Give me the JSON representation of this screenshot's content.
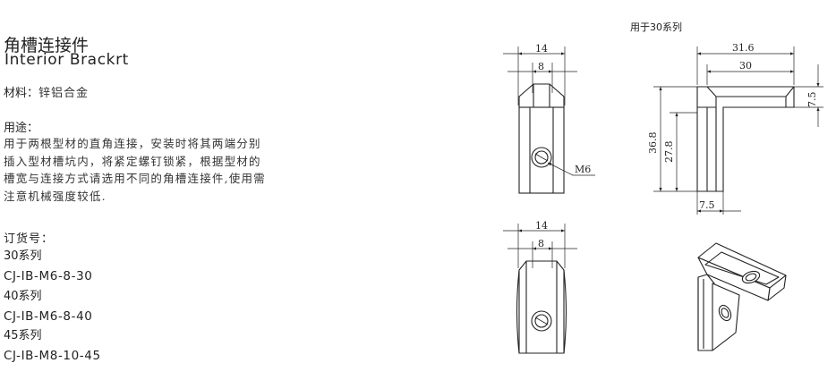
{
  "title": {
    "cn": "角槽连接件",
    "en": "Interior Brackrt"
  },
  "material": {
    "label": "材料：",
    "value": "锌铝合金"
  },
  "usage": {
    "label": "用途：",
    "lines": [
      "用于两根型材的直角连接，安装时将其两端分别",
      "插入型材槽坑内，将紧定螺钉锁紧，根据型材的",
      "槽宽与连接方式请选用不同的角槽连接件,使用需",
      "注意机械强度较低."
    ]
  },
  "order": {
    "label": "订货号：",
    "items": [
      {
        "series": "30系列",
        "code": "CJ-IB-M6-8-30"
      },
      {
        "series": "40系列",
        "code": "CJ-IB-M6-8-40"
      },
      {
        "series": "45系列",
        "code": "CJ-IB-M8-10-45"
      }
    ]
  },
  "drawing": {
    "series_note": "用于30系列",
    "top_view": {
      "width_outer": "14",
      "width_inner": "8",
      "thread": "M6"
    },
    "bottom_view": {
      "width_outer": "14",
      "width_inner": "8"
    },
    "side_view": {
      "top_outer": "31.6",
      "top_inner": "30",
      "height_total": "36.8",
      "height_inner": "27.8",
      "thickness_right": "7.5",
      "thickness_bottom": "7.5"
    }
  }
}
